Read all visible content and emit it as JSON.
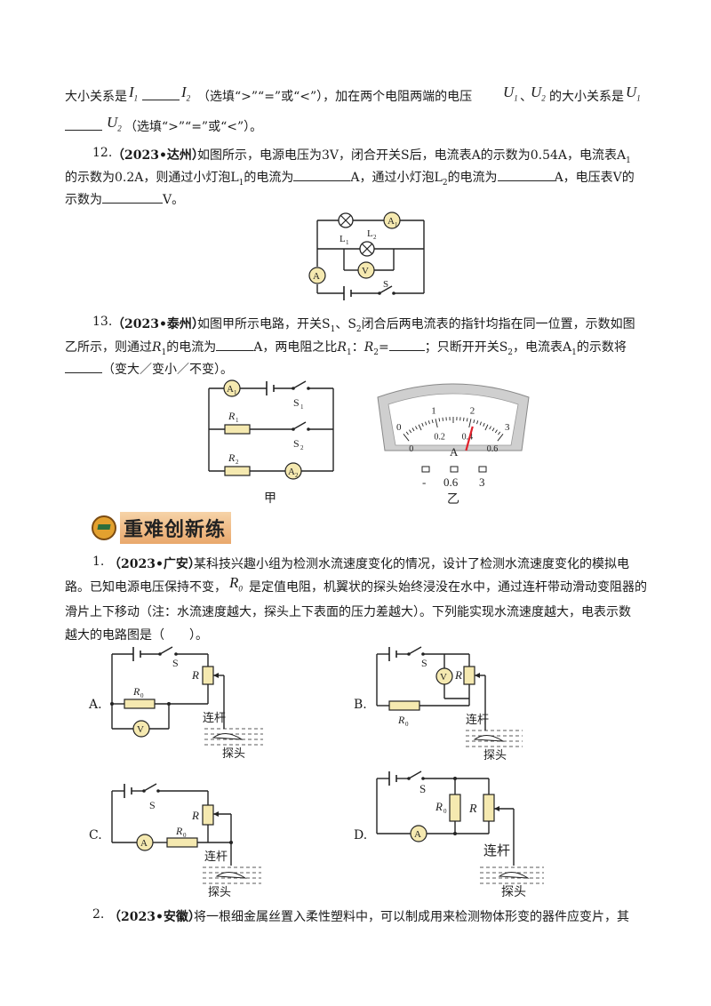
{
  "intro": {
    "line1_a": "大小关系是",
    "var_I1": "I",
    "sub1": "1",
    "var_I2": "I",
    "sub2": "2",
    "line1_b": "（选填“>”“=”或“<”），加在两个电阻两端的电压",
    "var_U1": "U",
    "var_U2": "U",
    "line1_c": "、",
    "line1_d": "的大小关系是",
    "line2_b": "（选填“>”“=”或“<”）。"
  },
  "q12": {
    "num": "12.",
    "source": "（2023•达州）",
    "line1": "如图所示，电源电压为3V，闭合开关S后，电流表A的示数为0.54A，电流表A",
    "line1_sub": "1",
    "line2_a": "的示数为0.2A，则通过小灯泡L",
    "line2_b": "的电流为",
    "line2_c": "A，通过小灯泡L",
    "line2_d": "的电流为",
    "line2_e": "A，电压表V的",
    "line3_a": "示数为",
    "line3_b": "V。",
    "sub1": "1",
    "sub2": "2",
    "fig": {
      "L1": "L",
      "L2": "L",
      "A1": "A",
      "A": "A",
      "V": "V",
      "S": "S",
      "s1": "1",
      "s2": "2"
    }
  },
  "q13": {
    "num": "13.",
    "source": "（2023•泰州）",
    "line1_a": "如图甲所示电路，开关S",
    "line1_b": "、S",
    "line1_c": "闭合后两电流表的指针均指在同一位置，示数如图",
    "line2_a": "乙所示，则通过",
    "R1": "R",
    "line2_b": "的电流为",
    "line2_c": "A，两电阻之比",
    "ratio_colon": "：",
    "R2": "R",
    "line2_d": "=",
    "line2_e": "；只断开开关S",
    "line2_f": "，电流表A",
    "line2_g": "的示数将",
    "line3": "（变大／变小／不变）。",
    "sub1": "1",
    "sub2": "2",
    "fig_jia": {
      "A1": "A",
      "A2": "A",
      "S1": "S",
      "S2": "S",
      "R1": "R",
      "R2": "R",
      "label": "甲"
    },
    "fig_yi": {
      "scale_top": [
        "0",
        "1",
        "2",
        "3"
      ],
      "scale_bottom": [
        "0",
        "0.2",
        "0.4",
        "0.6"
      ],
      "unit": "A",
      "terminals": [
        "-",
        "0.6",
        "3"
      ],
      "label": "乙",
      "needle_fraction": 0.7
    }
  },
  "section": {
    "title": "重难创新练",
    "icon": "graduation-cap-icon"
  },
  "p1": {
    "num": "1.",
    "source": "（2023•广安）",
    "line1": "某科技兴趣小组为检测水流速度变化的情况，设计了检测水流速度变化的模拟电",
    "line2_a": "路。已知电源电压保持不变，",
    "R0": "R",
    "R0_sub": "0",
    "line2_b": "是定值电阻，机翼状的探头始终浸没在水中，通过连杆带动滑动变阻器的",
    "line3": "滑片上下移动（注：水流速度越大，探头上下表面的压力差越大）。下列能实现水流速度越大，电表示数",
    "line4": "越大的电路图是（　　）。",
    "options": [
      {
        "label": "A.",
        "S": "S",
        "R": "R",
        "R0": "R",
        "R0_sub": "0",
        "rod": "连杆",
        "probe": "探头",
        "meter": "V"
      },
      {
        "label": "B.",
        "S": "S",
        "R": "R",
        "R0": "R",
        "R0_sub": "0",
        "rod": "连杆",
        "probe": "探头",
        "meter": "V"
      },
      {
        "label": "C.",
        "S": "S",
        "R": "R",
        "R0": "R",
        "R0_sub": "0",
        "rod": "连杆",
        "probe": "探头",
        "meter": "A"
      },
      {
        "label": "D.",
        "S": "S",
        "R": "R",
        "R0": "R",
        "R0_sub": "0",
        "rod": "连杆",
        "probe": "探头",
        "meter": "A"
      }
    ]
  },
  "p2": {
    "num": "2.",
    "source": "（2023•安徽）",
    "line1": "将一根细金属丝置入柔性塑料中，可以制成用来检测物体形变的器件应变片，其"
  }
}
